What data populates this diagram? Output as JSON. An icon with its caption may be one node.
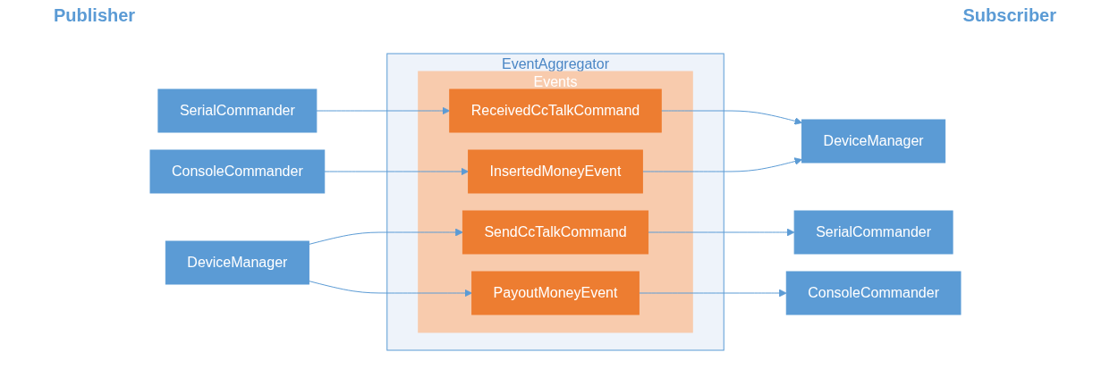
{
  "diagram": {
    "nodes": [
      {
        "text": [
          "SerialCommander"
        ]
      },
      {
        "text": [
          "DeviceManager"
        ]
      },
      {
        "text": [
          "ConsoleCommander"
        ]
      },
      {
        "text": [
          "EventAggregator"
        ]
      },
      {
        "text": [
          "Events"
        ],
        "in": 3
      },
      {
        "text": [
          "ReceivedCcTalkCommand"
        ],
        "in": 4
      },
      {
        "text": [
          "SendCcTalkCommand"
        ],
        "in": 4
      },
      {
        "text": [
          "InsertedMoneyEvent"
        ],
        "in": 4
      },
      {
        "text": [
          "PayoutMoneyEvent"
        ],
        "in": 4
      },
      {
        "text": [
          "SerialCommander"
        ]
      },
      {
        "text": [
          "DeviceManager"
        ]
      },
      {
        "text": [
          "ConsoleCommander"
        ]
      }
    ],
    "edges": [
      {
        "from": 0,
        "to": 5,
        "arrow": "to"
      },
      {
        "from": 1,
        "to": 6,
        "arrow": "to"
      },
      {
        "from": 2,
        "to": 7,
        "arrow": "to"
      },
      {
        "from": 1,
        "to": 8,
        "arrow": "to"
      },
      {
        "from": 5,
        "to": 10,
        "arrow": "to"
      },
      {
        "from": 6,
        "to": 9,
        "arrow": "to"
      },
      {
        "from": 7,
        "to": 10,
        "arrow": "to"
      },
      {
        "from": 8,
        "to": 11,
        "arrow": "to"
      }
    ],
    "labels": [
      "Publisher",
      "Subscriber"
    ]
  }
}
